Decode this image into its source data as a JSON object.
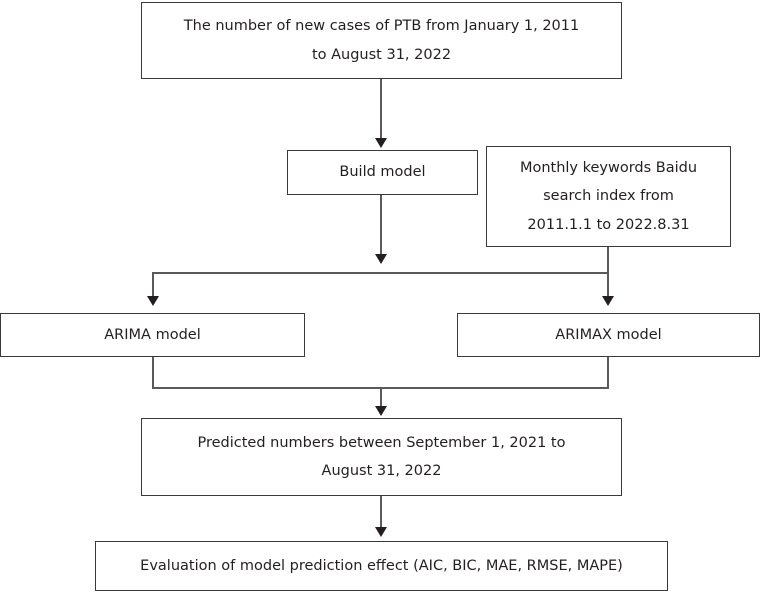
{
  "diagram": {
    "type": "flowchart",
    "title": "PTB ARIMA / ARIMAX modeling workflow",
    "nodes": {
      "source": {
        "line1": "The number of new cases of PTB from January 1, 2011",
        "line2": "to August 31, 2022"
      },
      "build": {
        "line1": "Build model"
      },
      "baidu": {
        "line1": "Monthly keywords Baidu",
        "line2": "search index from",
        "line3": "2011.1.1 to 2022.8.31"
      },
      "arima": {
        "line1": "ARIMA model"
      },
      "arimax": {
        "line1": "ARIMAX model"
      },
      "predicted": {
        "line1": "Predicted numbers between September 1, 2021 to",
        "line2": "August 31, 2022"
      },
      "evaluation": {
        "line1": "Evaluation of model prediction effect (AIC, BIC, MAE, RMSE, MAPE)"
      }
    },
    "colors": {
      "box_border": "#3a3a3a",
      "connector": "#5a5a5a",
      "arrowhead": "#231f20",
      "text": "#231f20",
      "background": "#ffffff"
    }
  }
}
